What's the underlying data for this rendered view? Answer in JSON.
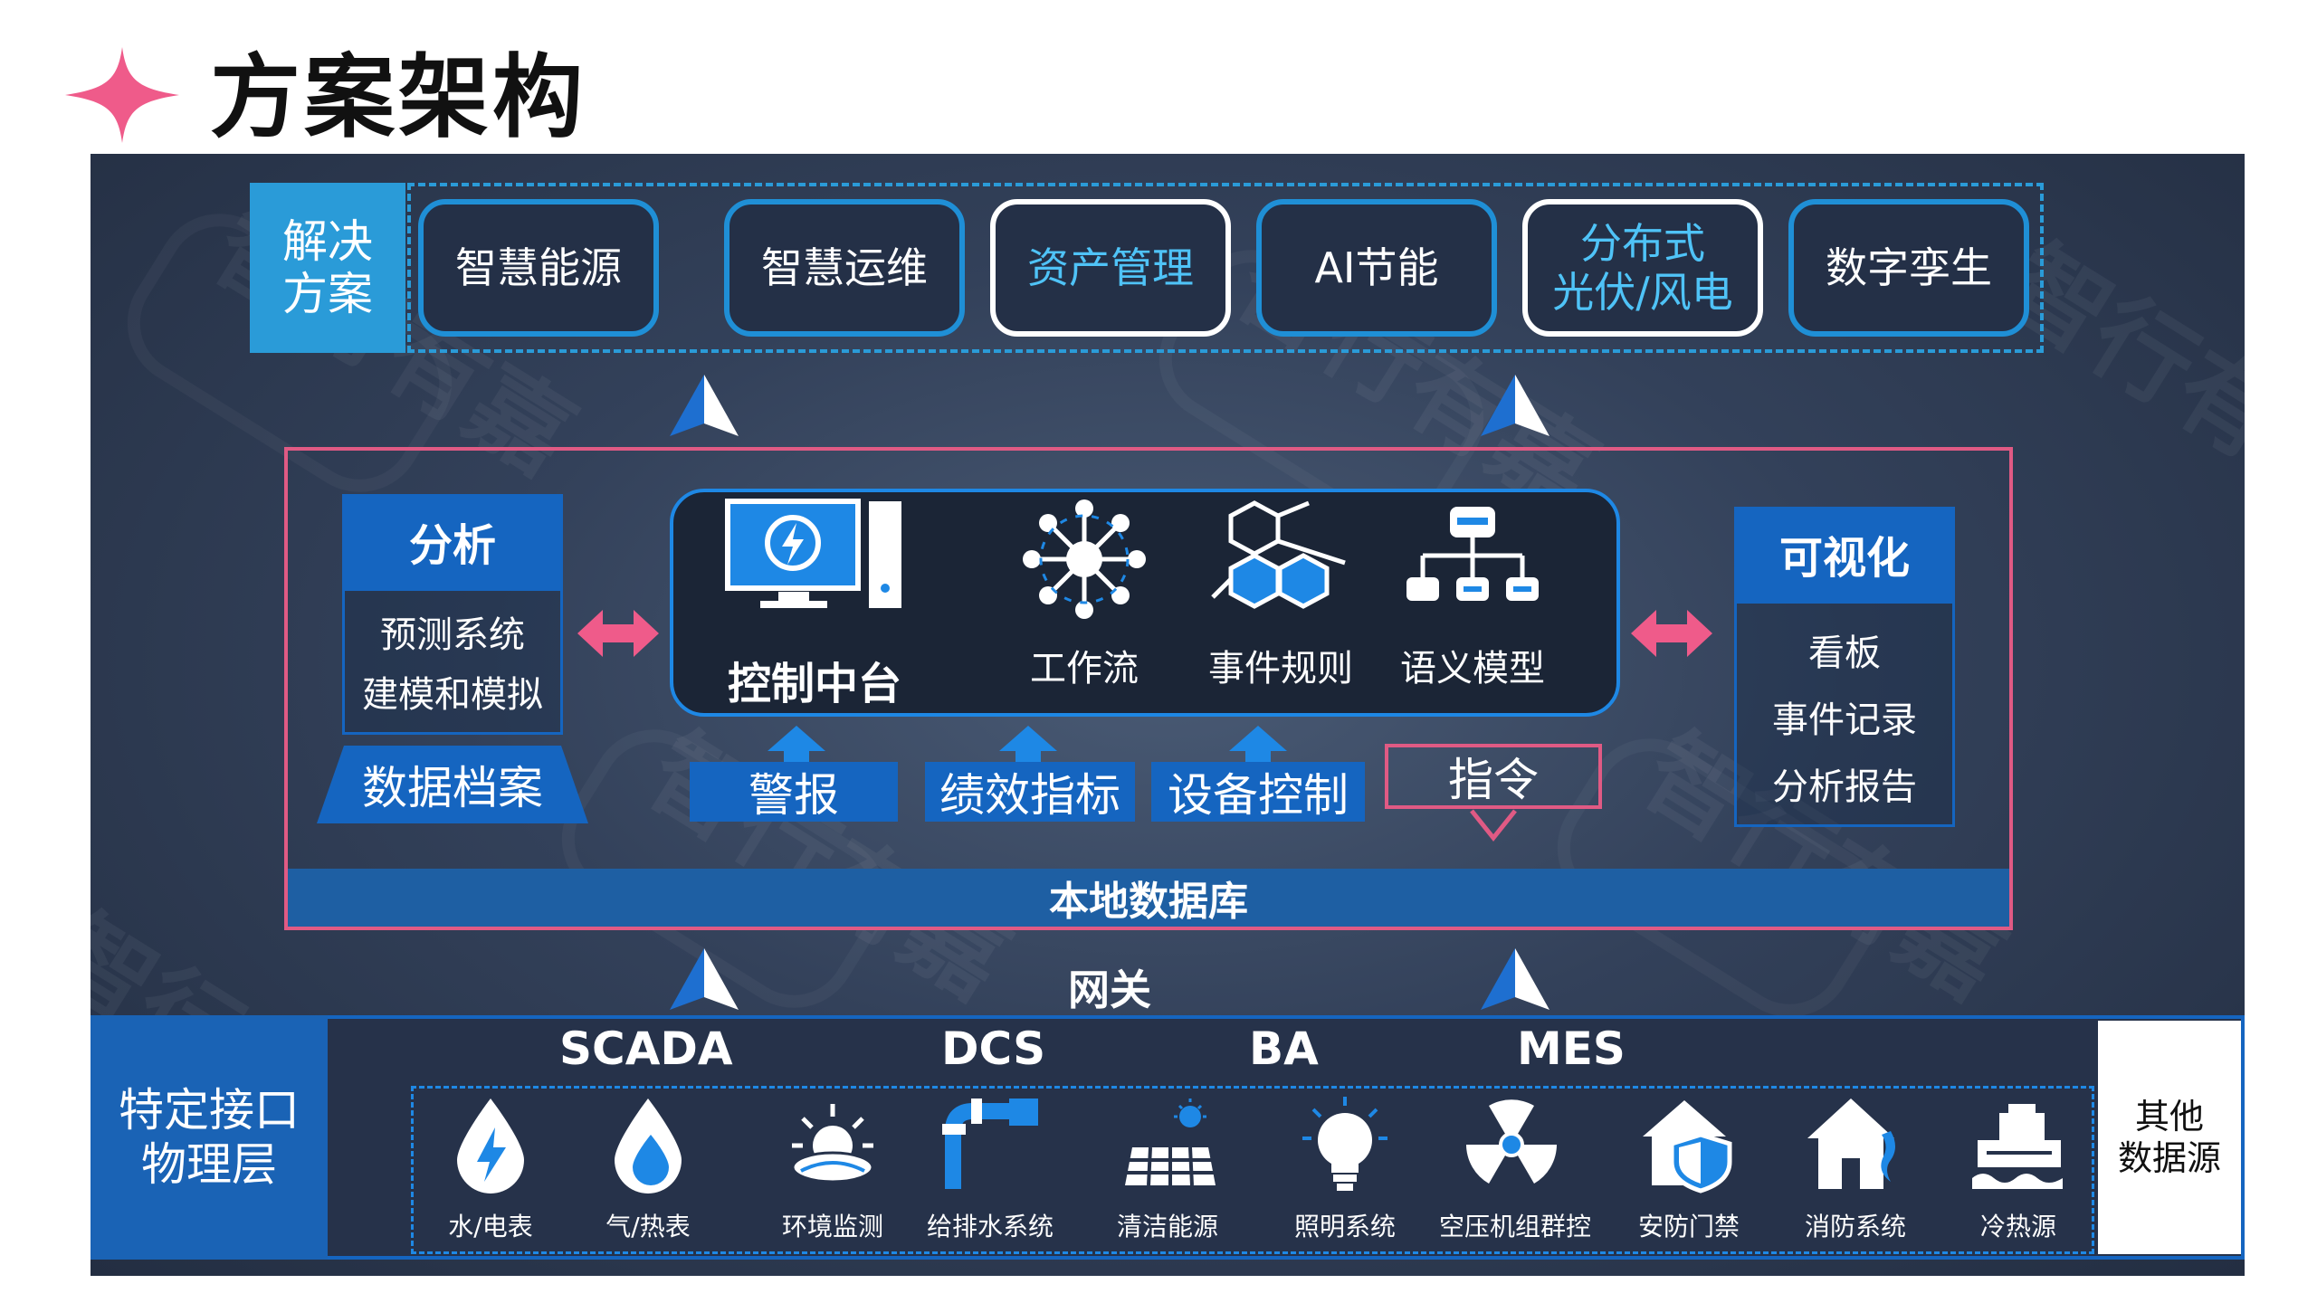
{
  "title": "方案架构",
  "solutions": {
    "label": "解决\n方案",
    "items": [
      "智慧能源",
      "智慧运维",
      "资产管理",
      "AI节能",
      "分布式\n光伏/风电",
      "数字孪生"
    ]
  },
  "analysis": {
    "header": "分析",
    "items": [
      "预测系统",
      "建模和模拟"
    ],
    "archive": "数据档案"
  },
  "control": {
    "title": "控制中台",
    "modules": [
      "工作流",
      "事件规则",
      "语义模型"
    ]
  },
  "visual": {
    "header": "可视化",
    "items": [
      "看板",
      "事件记录",
      "分析报告"
    ]
  },
  "sub_actions": [
    "警报",
    "绩效指标",
    "设备控制",
    "指令"
  ],
  "database": "本地数据库",
  "gateway": "网关",
  "physical": {
    "label": "特定接口\n物理层",
    "protocols": [
      "SCADA",
      "DCS",
      "BA",
      "MES"
    ],
    "devices": [
      "水/电表",
      "气/热表",
      "环境监测",
      "给排水系统",
      "清洁能源",
      "照明系统",
      "空压机组群控",
      "安防门禁",
      "消防系统",
      "冷热源"
    ],
    "other": "其他\n数据源"
  },
  "watermark": "智行有嘉",
  "colors": {
    "accent_blue": "#1565c0",
    "cyan": "#2a9bd8",
    "pink": "#e05a84",
    "panel": "#33415a"
  }
}
